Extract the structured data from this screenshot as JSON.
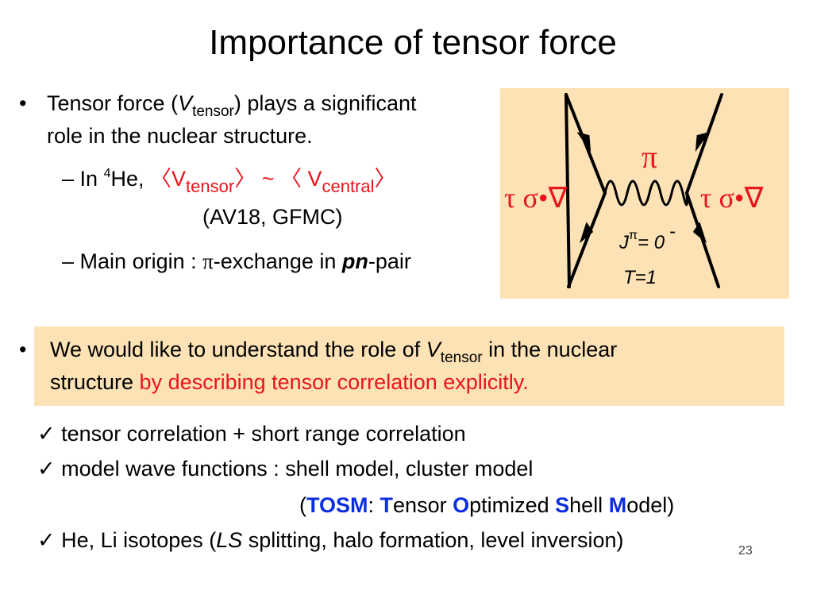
{
  "slide": {
    "title": "Importance of tensor force",
    "page_number": "23"
  },
  "bullet1": {
    "marker": "•",
    "text_pre": "Tensor force (",
    "var": "V",
    "var_sub": "tensor",
    "text_post": ") plays a significant",
    "line2": "role in the nuclear structure."
  },
  "sub1": {
    "dash": "–",
    "in_text": "In ",
    "sup": "4",
    "he": "He, ",
    "eq_open": "〈V",
    "eq_sub1": "tensor",
    "eq_mid": "〉 ~ 〈 V",
    "eq_sub2": "central",
    "eq_close": "〉",
    "ref": "(AV18, GFMC)"
  },
  "sub2": {
    "dash": "–",
    "text_pre": "Main origin : ",
    "pi": "π",
    "text_mid": "-exchange in ",
    "pn": "pn",
    "text_post": "-pair"
  },
  "diagram": {
    "pi": "π",
    "vertex_left": "τ σ•∇",
    "vertex_right": "τ σ•∇",
    "j": "J",
    "j_sup": "π",
    "j_eq": "= 0",
    "j_parity": "-",
    "t": "T=1",
    "colors": {
      "background": "#fde2b6",
      "line": "#000000",
      "symbol": "#e8141b"
    }
  },
  "bullet2": {
    "marker": "•",
    "text_pre": "We would like to understand the role of ",
    "var": "V",
    "var_sub": "tensor",
    "text_post": " in the nuclear",
    "line2_pre": "structure ",
    "line2_red": "by describing tensor correlation explicitly."
  },
  "checks": {
    "mark": "✓",
    "item1": "tensor correlation + short range correlation",
    "item2": "model wave functions : shell model, cluster model",
    "tosm": {
      "open": "(",
      "abbr": "TOSM",
      "colon": ": ",
      "t": "T",
      "t_rest": "ensor ",
      "o": "O",
      "o_rest": "ptimized ",
      "s": "S",
      "s_rest": "hell ",
      "m": "M",
      "m_rest": "odel)"
    },
    "item3_pre": "He, Li isotopes (",
    "item3_ls": "LS",
    "item3_post": " splitting, halo formation, level inversion)"
  },
  "colors": {
    "accent_red": "#e8141b",
    "accent_blue": "#0b2ee0",
    "highlight": "#fde2b6"
  }
}
